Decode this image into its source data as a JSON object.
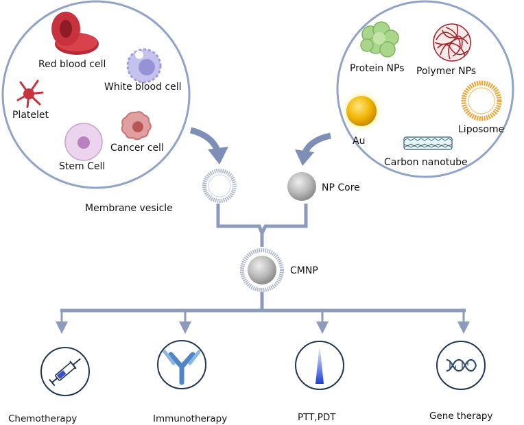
{
  "left_circle": {
    "cells": {
      "red_blood_cell": "Red blood cell",
      "white_blood_cell": "White blood cell",
      "platelet": "Platelet",
      "cancer_cell": "Cancer cell",
      "stem_cell": "Stem Cell"
    }
  },
  "right_circle": {
    "nanoparticles": {
      "protein": "Protein NPs",
      "polymer": "Polymer NPs",
      "gold": "Au",
      "liposome": "Liposome",
      "carbon_nanotube": "Carbon nanotube"
    }
  },
  "center": {
    "membrane_vesicle": "Membrane vesicle",
    "np_core": "NP Core",
    "cmnp": "CMNP"
  },
  "applications": [
    {
      "label": "Chemotherapy",
      "icon": "syringe-icon"
    },
    {
      "label": "Immunotherapy",
      "icon": "antibody-icon"
    },
    {
      "label": "PTT,PDT",
      "icon": "light-beam-icon"
    },
    {
      "label": "Gene therapy",
      "icon": "dna-icon"
    }
  ],
  "colors": {
    "outline": "#8fa3c9",
    "connector": "#8b9abd",
    "red_cell": "#c8323e",
    "white_cell": "#b8b7e8",
    "stem_cell": "#e3c6e6",
    "cancer_cell": "#d98686",
    "gold": "#f2b705",
    "liposome": "#f1a12b",
    "polymer": "#a3262e",
    "protein": "#9fcf7a",
    "icon_navy": "#1f3550"
  }
}
